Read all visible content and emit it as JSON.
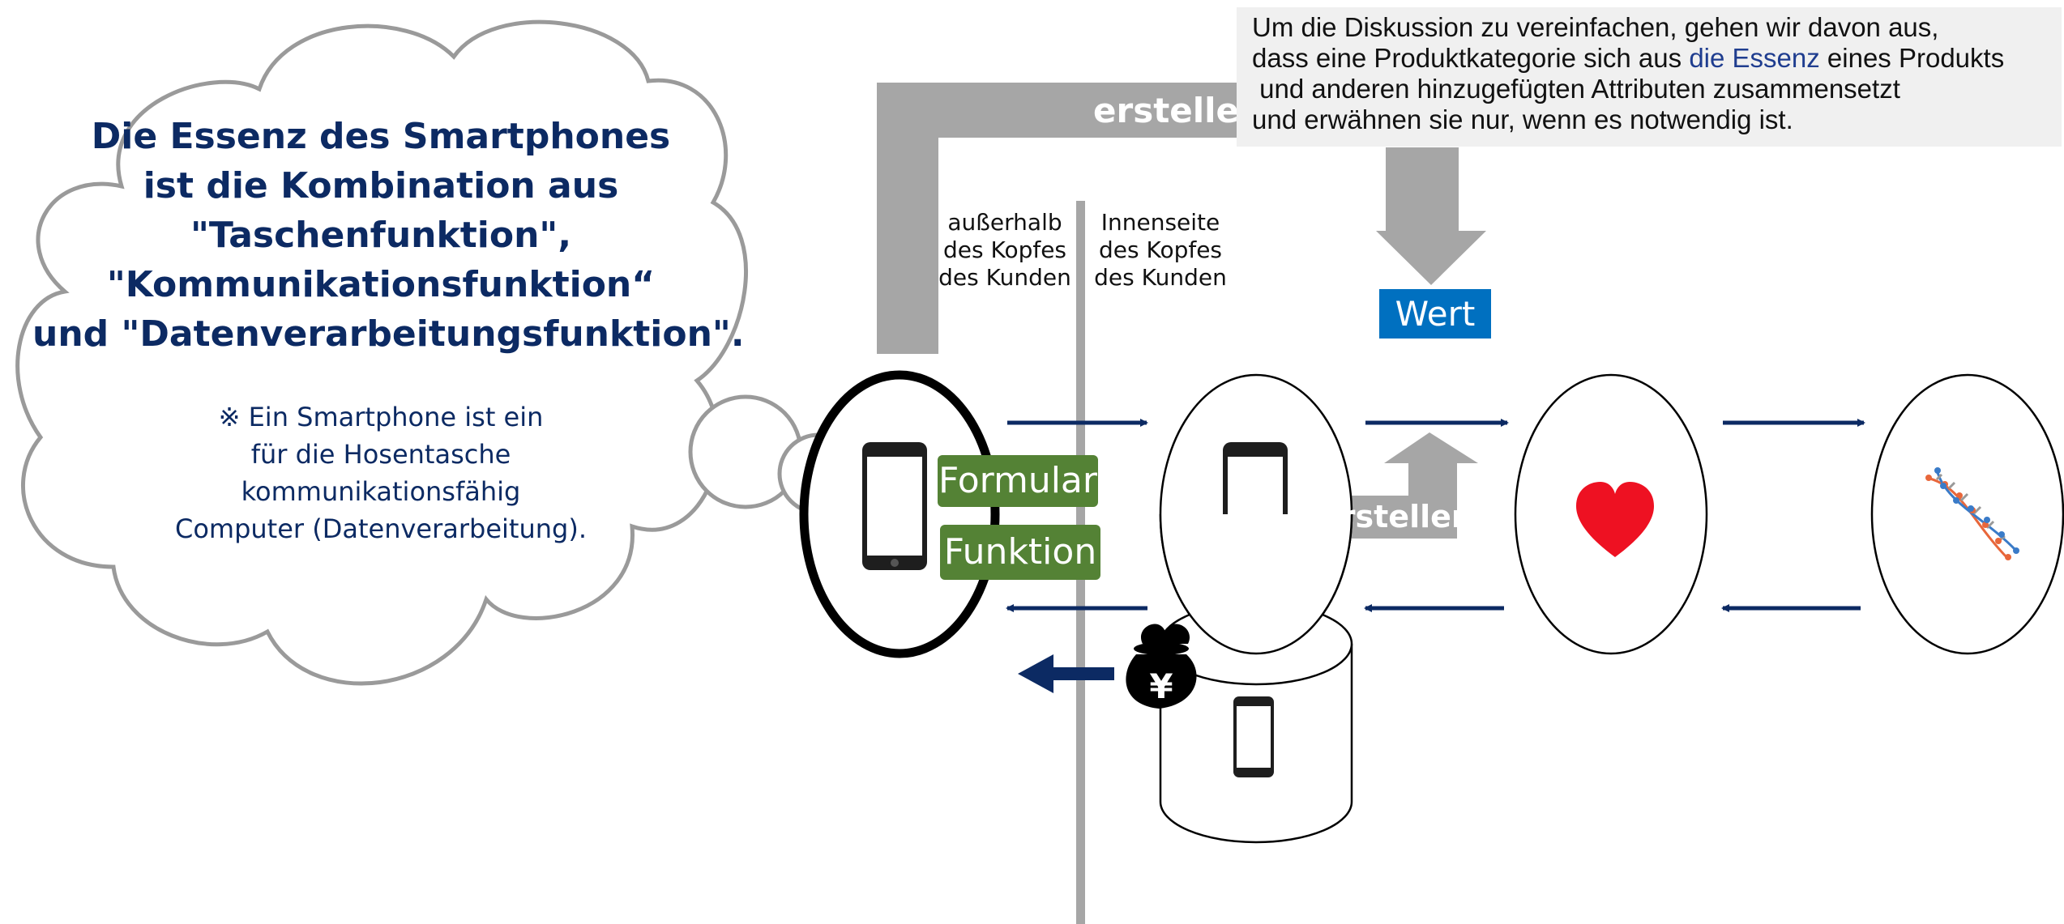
{
  "thought_cloud": {
    "title_lines": [
      "Die Essenz des Smartphones",
      "ist die Kombination aus",
      "\"Taschenfunktion\",",
      "\"Kommunikationsfunktion“",
      "und \"Datenverarbeitungsfunktion\"."
    ],
    "note_lines": [
      "※ Ein Smartphone ist ein",
      "für die Hosentasche",
      "kommunikationsfähig",
      "Computer (Datenverarbeitung)."
    ]
  },
  "labels": {
    "outside": [
      "außerhalb",
      "des Kopfes",
      "des Kunden"
    ],
    "inside": [
      "Innenseite",
      "des Kopfes",
      "des Kunden"
    ],
    "create_top": "erstellen",
    "create_mid": "erstellen",
    "form": "Formular",
    "function": "Funktion",
    "value": "Wert"
  },
  "note": {
    "line1": "Um die Diskussion zu vereinfachen, gehen wir davon aus,",
    "line2_a": "dass eine Produktkategorie sich aus ",
    "line2_highlight": "die Essenz",
    "line2_b": " eines Produkts",
    "line3": " und anderen hinzugefügten Attributen zusammensetzt",
    "line4": "und erwähnen sie nur, wenn es notwendig ist."
  },
  "icons": {
    "money_bag_symbol": "¥"
  },
  "colors": {
    "navy": "#0c2a63",
    "gray_arrow": "#a6a6a6",
    "green": "#548235",
    "blue": "#0070c0",
    "heart_red": "#ee1122"
  }
}
